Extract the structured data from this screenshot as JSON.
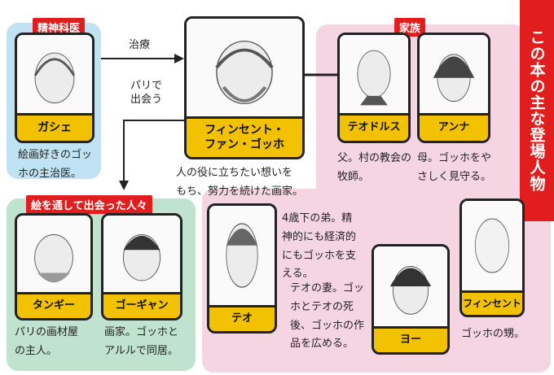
{
  "title": "この本の主な登場人物",
  "groups": {
    "doctor": "精神科医",
    "family": "家族",
    "friends": "絵を通して出会った人々"
  },
  "arrows": {
    "treatment": "治療",
    "met_in_paris": "パリで\n出会う"
  },
  "characters": {
    "gachet": {
      "name": "ガシェ",
      "desc": "絵画好きのゴッ\nホの主治医。"
    },
    "vincent": {
      "name_line1": "フィンセント・",
      "name_line2": "ファン・ゴッホ",
      "desc": "人の役に立ちたい想いを\nもち、努力を続けた画家。"
    },
    "theodorus": {
      "name": "テオドルス",
      "desc": "父。村の教会の\n牧師。"
    },
    "anna": {
      "name": "アンナ",
      "desc": "母。ゴッホをや\nさしく見守る。"
    },
    "tanguy": {
      "name": "タンギー",
      "desc": "パリの画材屋\nの主人。"
    },
    "gauguin": {
      "name": "ゴーギャン",
      "desc": "画家。ゴッホと\nアルルで同居。"
    },
    "theo": {
      "name": "テオ",
      "desc": "4歳下の弟。精\n神的にも経済的\nにもゴッホを支\nえる。"
    },
    "jo": {
      "name": "ヨー",
      "desc": "テオの妻。ゴッ\nホとテオの死\n後、ゴッホの作\n品を広める。"
    },
    "vincent_jr": {
      "name": "フィンセント",
      "desc": "ゴッホの甥。"
    }
  }
}
